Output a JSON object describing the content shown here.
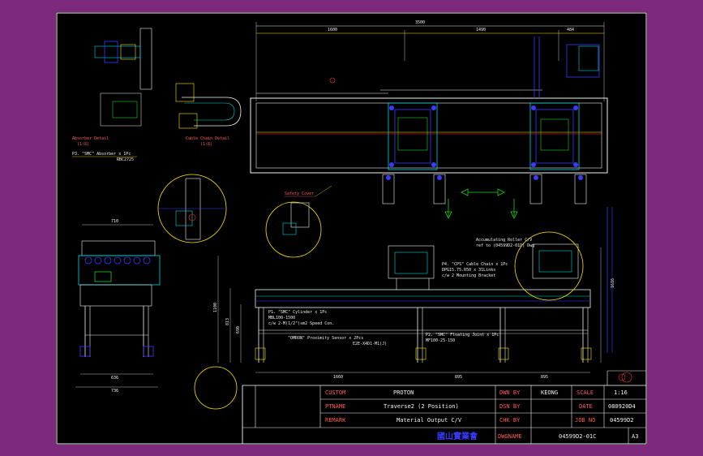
{
  "title_block": {
    "labels": {
      "custom": "CUSTOM",
      "ptname": "PTNAME",
      "remark": "REMARK",
      "dwn_by": "DWN BY",
      "dsn_by": "DSN BY",
      "chk_by": "CHK BY",
      "scale": "SCALE",
      "date": "DATE",
      "job_no": "JOB NO",
      "dwgname": "DWGNAME"
    },
    "values": {
      "custom": "PROTON",
      "ptname": "Traverse2 (2 Position)",
      "remark": "Material Output C/V",
      "dwn_by": "KEONG",
      "scale": "1:16",
      "date": "080920D4",
      "job_no": "04599D2",
      "dwgname": "04599D2-01C",
      "sheet_size": "A3"
    },
    "company": "國山實業會"
  },
  "dimensions": {
    "overall_top": "3500",
    "top_left": "1600",
    "top_mid": "1490",
    "top_right": "484",
    "bottom_left": "1660",
    "bottom_mid": "895",
    "bottom_right": "895",
    "side_width": "710",
    "side_base_1": "636",
    "side_base_2": "736",
    "height_1100": "1100",
    "height_813": "813",
    "height_690": "690",
    "height_1616": "1616"
  },
  "notes": {
    "absorber_detail": "Absorber Detail",
    "absorber_scale": "(1:8)",
    "absorber_part": "P3. \"SMC\" Absorber x 1Pc",
    "absorber_code": "RBC2725",
    "cable_chain_detail": "Cable Chain Detail",
    "cable_chain_scale": "(1:8)",
    "safety_cover": "Safety Cover",
    "cylinder": "P1. \"SMC\" Cylinder x 1Pc",
    "cylinder_code": "MBL100-1500",
    "speed_con": "c/w 2-M(1/2\")sm2 Speed Con.",
    "sensor": "\"OMRON\" Proximity Sensor x 2Pcs",
    "sensor_code": "E2E-X4D1-M1(J)",
    "floating_joint": "P2. \"SMC\" Floating Joint x 1Pc",
    "floating_code": "MF100-25-150",
    "cable_chain_part": "P4. \"CPS\" Cable Chain x 1Pc",
    "cable_chain_code": "DPG15.75.R50 x 31Links",
    "cable_chain_bracket": "c/w 2 Mounting Bracket",
    "acc_roller": "Accumulating Roller C/V",
    "acc_roller_ref": "ref to (04599D2-01D) Dwg"
  },
  "colors": {
    "background": "#7d2a7d",
    "sheet": "#000000",
    "frame": "#f0f0f0",
    "title_text": "#ff5a5a",
    "yellow": "#ffe600",
    "cyan": "#00d8d8",
    "blue": "#3a3aff",
    "green": "#1fd31f",
    "red": "#ff3030"
  }
}
